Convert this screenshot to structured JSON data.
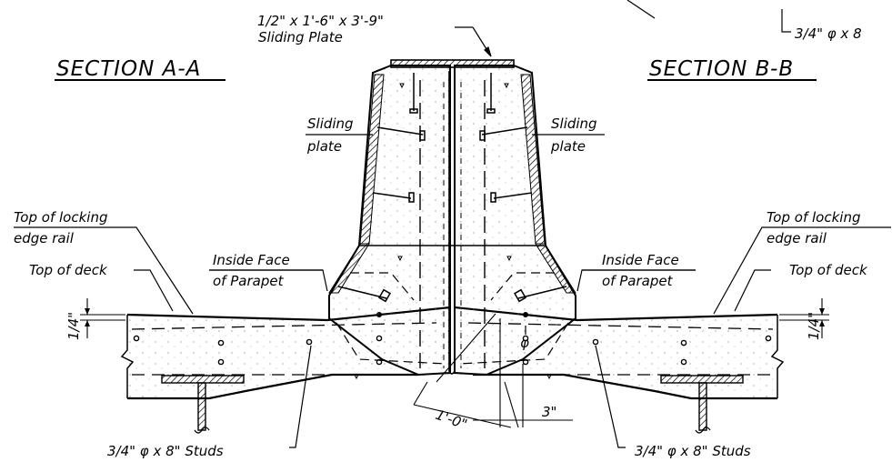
{
  "title_left": "SECTION A-A",
  "title_right": "SECTION B-B",
  "sliding_plate_dims": "1/2\" x 1'-6\" x 3'-9\"",
  "sliding_plate_caption": "Sliding Plate",
  "sliding_left_l1": "Sliding",
  "sliding_left_l2": "plate",
  "sliding_right_l1": "Sliding",
  "sliding_right_l2": "plate",
  "top_locking_left_l1": "Top of locking",
  "top_locking_left_l2": "edge rail",
  "top_locking_right_l1": "Top of locking",
  "top_locking_right_l2": "edge rail",
  "top_deck_left": "Top of deck",
  "top_deck_right": "Top of deck",
  "inside_face_left_l1": "Inside Face",
  "inside_face_left_l2": "of Parapet",
  "inside_face_right_l1": "Inside Face",
  "inside_face_right_l2": "of Parapet",
  "dim_quarter_left": "1/4\"",
  "dim_quarter_right": "1/4\"",
  "dim_one_foot": "1'-0\"",
  "dim_three_in": "3\"",
  "studs_left": "3/4\" φ x 8\" Studs",
  "studs_right": "3/4\" φ x 8\" Studs",
  "studs_top_right_partial": "3/4\" φ x 8",
  "phi_mark": "φ"
}
